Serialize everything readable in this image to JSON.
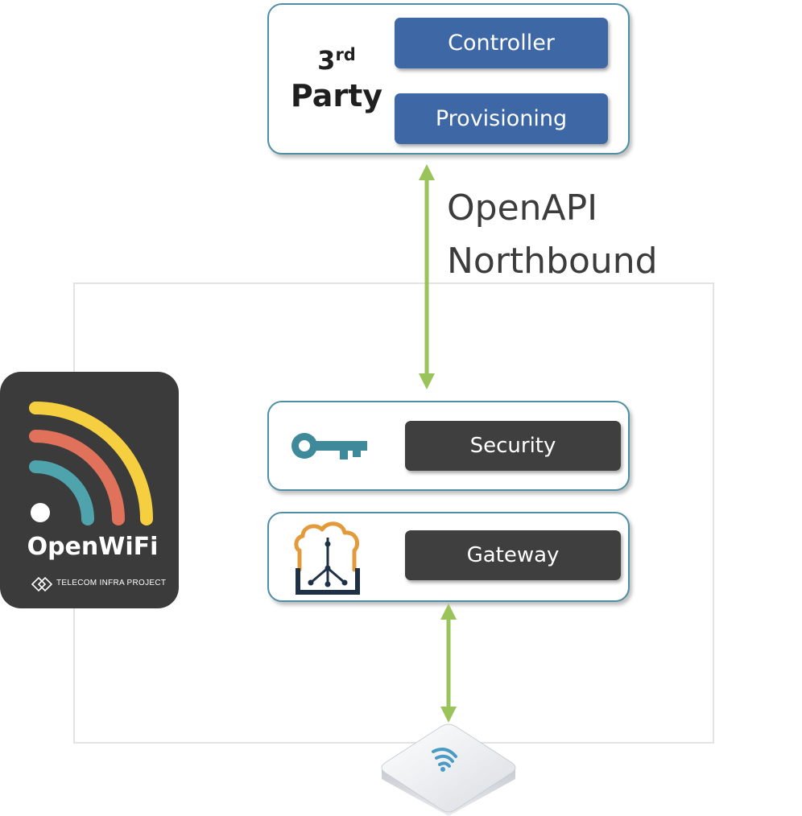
{
  "third_party": {
    "number": "3",
    "suffix": "rd",
    "word": "Party",
    "controller_label": "Controller",
    "provisioning_label": "Provisioning"
  },
  "api": {
    "line1": "OpenAPI",
    "line2": "Northbound"
  },
  "services": {
    "security_label": "Security",
    "gateway_label": "Gateway"
  },
  "logo": {
    "title": "OpenWiFi",
    "subtitle": "TELECOM INFRA PROJECT"
  },
  "colors": {
    "card_border": "#4f8fa3",
    "blue_button": "#3d67a5",
    "dark_button": "#3f3f3f",
    "arrow_green": "#9ac35a",
    "wifi_yellow": "#f5cf3f",
    "wifi_orange": "#e0715a",
    "wifi_teal": "#4ea3ad"
  }
}
